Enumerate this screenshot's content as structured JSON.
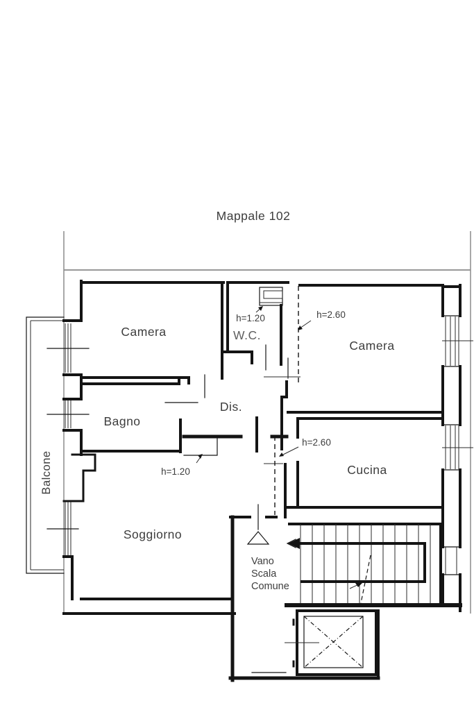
{
  "title": "Mappale 102",
  "rooms": {
    "camera_left": "Camera",
    "wc": "W.C.",
    "camera_right": "Camera",
    "bagno": "Bagno",
    "dis": "Dis.",
    "cucina": "Cucina",
    "soggiorno": "Soggiorno",
    "balcone": "Balcone",
    "vano_scala_line1": "Vano",
    "vano_scala_line2": "Scala",
    "vano_scala_line3": "Comune"
  },
  "annotations": {
    "wc_height": "h=1.20",
    "camera_right_height": "h=2.60",
    "cucina_height": "h=2.60",
    "dis_lowered_height": "h=1.20"
  },
  "colors": {
    "wall": "#141414",
    "text": "#3d3d3d",
    "muted_text": "#5f5f5f",
    "boundary": "#6e6e6e"
  }
}
